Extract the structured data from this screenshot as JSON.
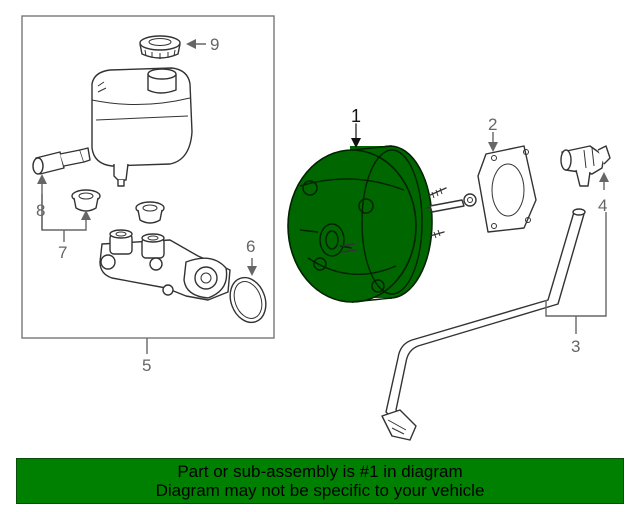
{
  "diagram": {
    "callouts": {
      "c1": "1",
      "c2": "2",
      "c3": "3",
      "c4": "4",
      "c5": "5",
      "c6": "6",
      "c7": "7",
      "c8": "8",
      "c9": "9"
    },
    "highlight_color": "#006600"
  },
  "banner": {
    "line1": "Part or sub-assembly is #1 in diagram",
    "line2": "Diagram may not be specific to your vehicle",
    "background_color": "#008000"
  }
}
